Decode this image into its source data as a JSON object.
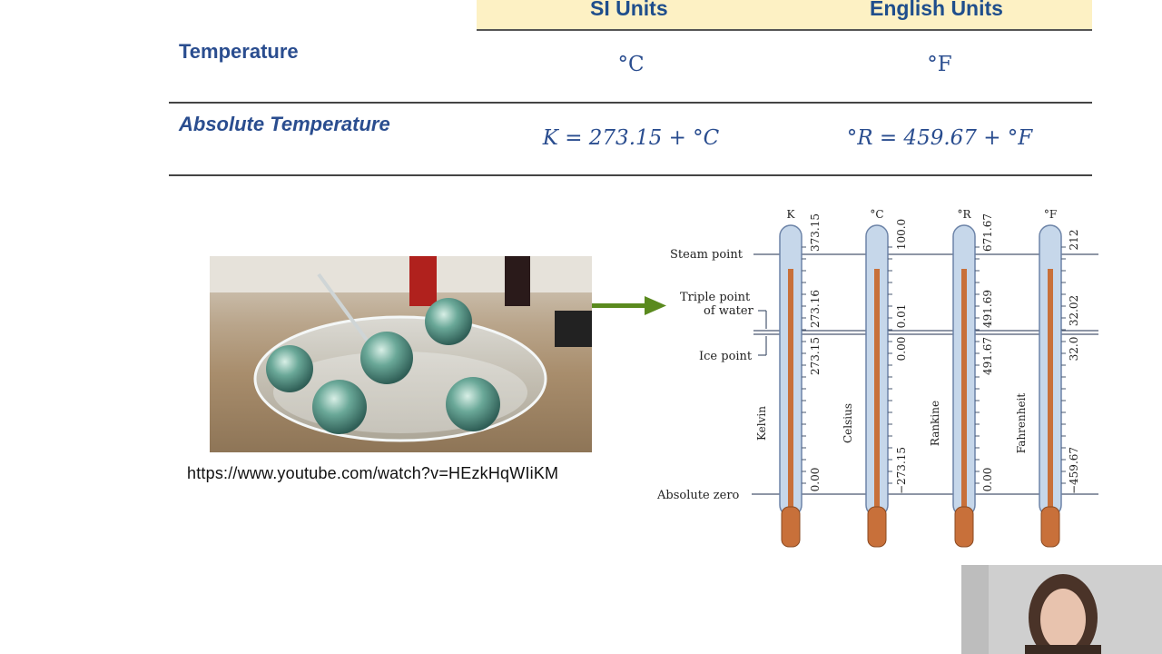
{
  "table": {
    "headers": {
      "si": "SI Units",
      "english": "English Units"
    },
    "rows": [
      {
        "label": "Temperature",
        "si": "°C",
        "english": "°F"
      },
      {
        "label": "Absolute Temperature",
        "si": "K = 273.15 + °C",
        "english": "°R = 459.67 + °F"
      }
    ]
  },
  "video_url": "https://www.youtube.com/watch?v=HEzkHqWIiKM",
  "figure": {
    "points": {
      "steam": "Steam point",
      "triple_1": "Triple point",
      "triple_2": "of water",
      "ice": "Ice point",
      "abs_zero": "Absolute zero"
    },
    "scales": [
      {
        "symbol": "K",
        "name": "Kelvin",
        "steam": "373.15",
        "triple": "273.16",
        "ice": "273.15",
        "zero": "0.00"
      },
      {
        "symbol": "°C",
        "name": "Celsius",
        "steam": "100.0",
        "triple": "0.01",
        "ice": "0.00",
        "zero": "−273.15"
      },
      {
        "symbol": "°R",
        "name": "Rankine",
        "steam": "671.67",
        "triple": "491.69",
        "ice": "491.67",
        "zero": "0.00"
      },
      {
        "symbol": "°F",
        "name": "Fahrenheit",
        "steam": "212",
        "triple": "32.02",
        "ice": "32.0",
        "zero": "−459.67"
      }
    ]
  },
  "colors": {
    "header_band": "#fdf1c4",
    "header_text": "#1f4e8c",
    "arrow": "#5a8a1e",
    "mercury": "#c8703a",
    "glass": "#bcd0e6"
  }
}
